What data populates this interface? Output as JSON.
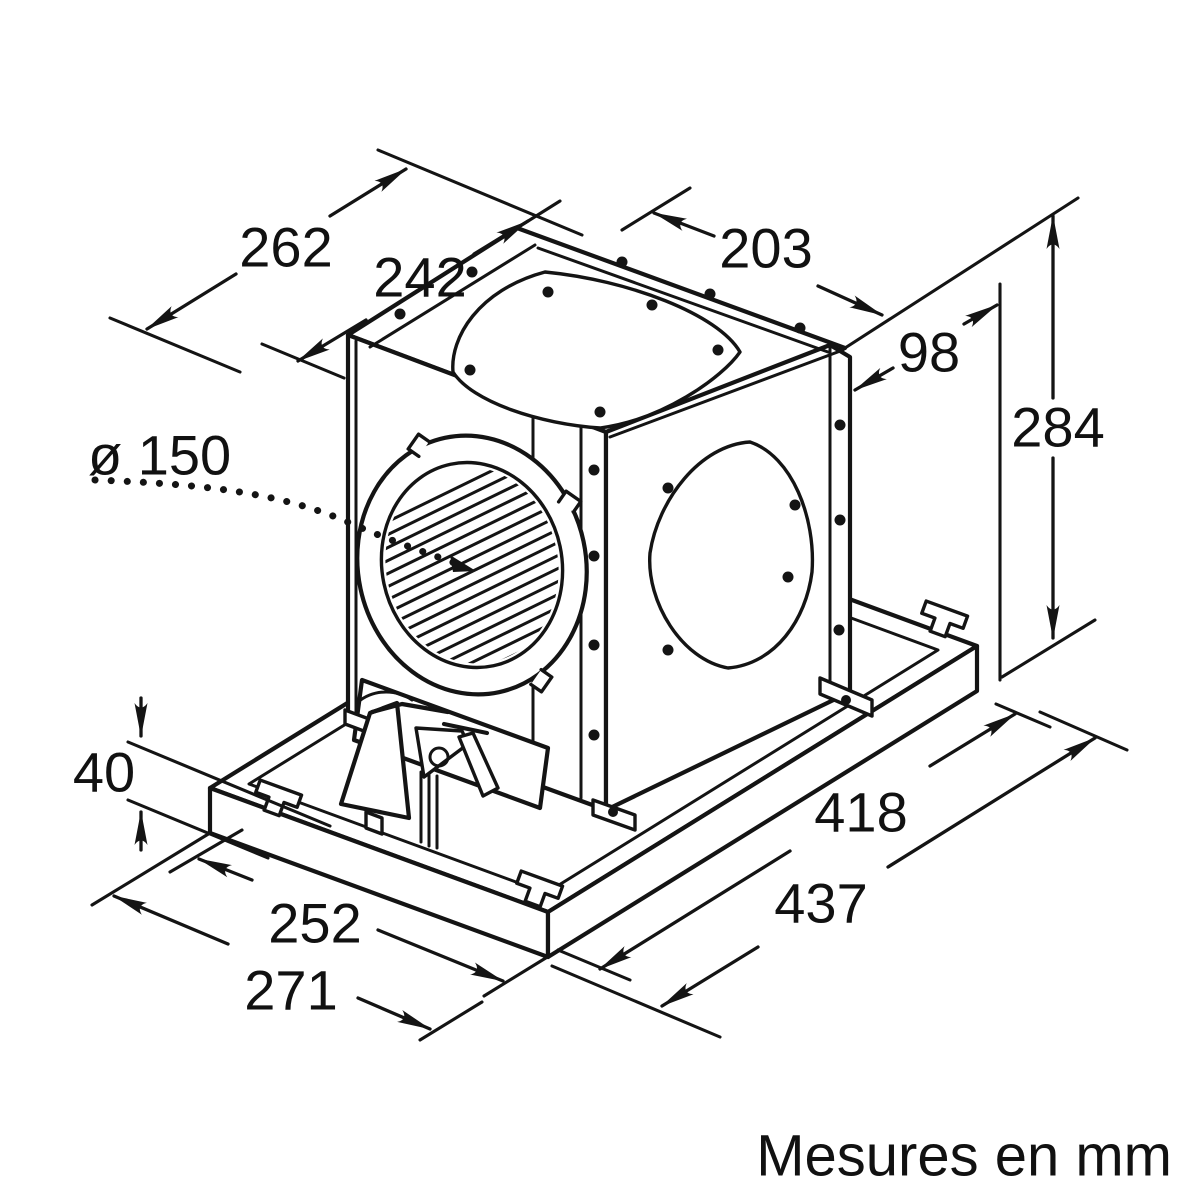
{
  "diagram": {
    "title": "Mesures en mm",
    "unit": "mm",
    "dim_labels": {
      "d262": "262",
      "d242": "242",
      "d203": "203",
      "d98": "98",
      "d284": "284",
      "d150": "ø 150",
      "d40": "40",
      "d252": "252",
      "d271": "271",
      "d418": "418",
      "d437": "437"
    },
    "dimensions_mm": [
      {
        "name": "depth-overall-top",
        "value": 262
      },
      {
        "name": "depth-body-top",
        "value": 242
      },
      {
        "name": "top-opening-width",
        "value": 203
      },
      {
        "name": "side-overhang",
        "value": 98
      },
      {
        "name": "unit-height",
        "value": 284
      },
      {
        "name": "duct-diameter",
        "value": 150
      },
      {
        "name": "plate-rim-height",
        "value": 40
      },
      {
        "name": "plate-front-left-inner",
        "value": 252
      },
      {
        "name": "plate-front-left-outer",
        "value": 271
      },
      {
        "name": "plate-front-right-inner",
        "value": 418
      },
      {
        "name": "plate-front-right-outer",
        "value": 437
      }
    ],
    "line_color": "#141414",
    "background_color": "#ffffff"
  }
}
